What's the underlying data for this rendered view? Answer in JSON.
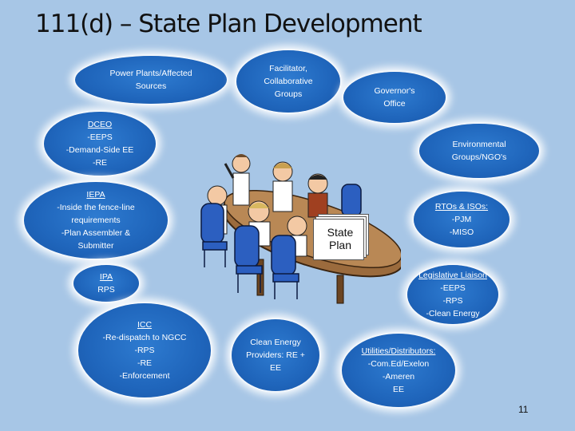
{
  "title": "111(d) – State Plan Development",
  "page_number": "11",
  "center_label": [
    "State",
    "Plan"
  ],
  "bubbles": {
    "power": [
      "Power Plants/Affected",
      "Sources"
    ],
    "facilitator": [
      "Facilitator,",
      "Collaborative",
      "Groups"
    ],
    "governor": [
      "Governor's",
      "Office"
    ],
    "dceo": [
      "DCEO",
      "-EEPS",
      "-Demand-Side EE",
      "-RE"
    ],
    "env": [
      "Environmental",
      "Groups/NGO's"
    ],
    "iepa": [
      "IEPA",
      "-Inside the fence-line",
      "requirements",
      "-Plan Assembler &",
      "Submitter"
    ],
    "rto": [
      "RTOs & ISOs:",
      "-PJM",
      "-MISO"
    ],
    "ipa": [
      "IPA",
      "RPS"
    ],
    "legis": [
      "Legislative Liaison",
      "-EEPS",
      "-RPS",
      "-Clean Energy"
    ],
    "icc": [
      "ICC",
      "-Re-dispatch to NGCC",
      "-RPS",
      "-RE",
      "-Enforcement"
    ],
    "clean": [
      "Clean Energy",
      "Providers: RE +",
      "EE"
    ],
    "util": [
      "Utilities/Distributors:",
      "-Com.Ed/Exelon",
      "-Ameren",
      "EE"
    ]
  }
}
